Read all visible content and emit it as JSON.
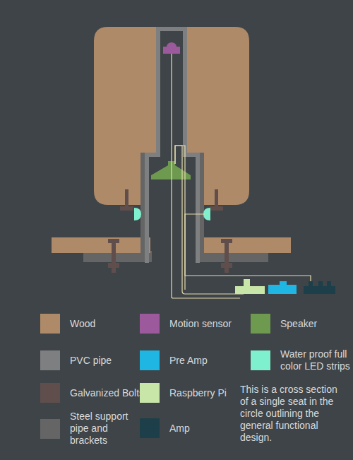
{
  "diagram": {
    "caption": "This is a cross section of a single seat in the circle outlining the general functional design.",
    "legend": [
      {
        "text": "Wood",
        "color": "#ae8a69"
      },
      {
        "text": "Motion sensor",
        "color": "#9c5a9c"
      },
      {
        "text": "Speaker",
        "color": "#6e9a4f"
      },
      {
        "text": "PVC pipe",
        "color": "#7e7f80"
      },
      {
        "text": "Pre Amp",
        "color": "#1fb6e3"
      },
      {
        "text": "Water proof full color LED strips",
        "color": "#7ff0cd"
      },
      {
        "text": "Galvanized Bolts",
        "color": "#5f4e4b"
      },
      {
        "text": "Raspberry Pi",
        "color": "#c9e6a9"
      },
      {
        "text": "Steel support pipe and brackets",
        "color": "#656565"
      },
      {
        "text": "Amp",
        "color": "#1c3f49"
      }
    ]
  }
}
